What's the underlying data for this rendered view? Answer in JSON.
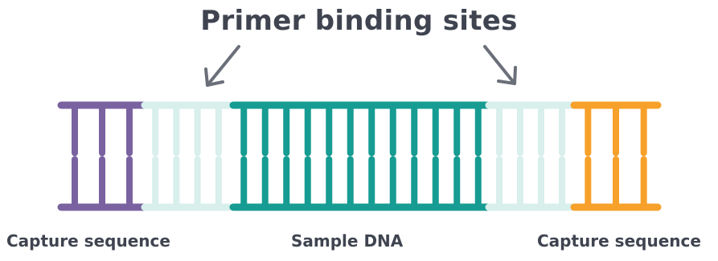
{
  "title": "Primer binding sites",
  "labels": {
    "left": "Capture sequence",
    "center": "Sample DNA",
    "right": "Capture sequence"
  },
  "colors": {
    "capture_left": "#7a62a0",
    "primer": "#d8efec",
    "sample": "#169c92",
    "capture_right": "#f7a02a",
    "text": "#3f4450",
    "arrow": "#6b6f79"
  },
  "segments": [
    {
      "name": "capture-left",
      "color_key": "capture_left",
      "rungs": 3
    },
    {
      "name": "primer-left",
      "color_key": "primer",
      "rungs": 4
    },
    {
      "name": "sample",
      "color_key": "sample",
      "rungs": 12
    },
    {
      "name": "primer-right",
      "color_key": "primer",
      "rungs": 4
    },
    {
      "name": "capture-right",
      "color_key": "capture_right",
      "rungs": 3
    }
  ]
}
